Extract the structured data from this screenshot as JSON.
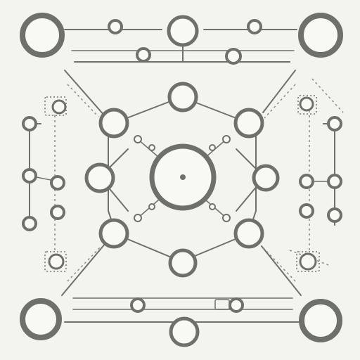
{
  "diagram": {
    "nodes": [
      {
        "id": "corner-top-left",
        "size": "large"
      },
      {
        "id": "corner-top-right",
        "size": "large"
      },
      {
        "id": "corner-bottom-left",
        "size": "large"
      },
      {
        "id": "corner-bottom-right",
        "size": "large"
      },
      {
        "id": "hub-center",
        "size": "hub"
      },
      {
        "id": "ring-top",
        "size": "medium"
      },
      {
        "id": "ring-bottom",
        "size": "medium"
      },
      {
        "id": "ring-left",
        "size": "medium"
      },
      {
        "id": "ring-right",
        "size": "medium"
      },
      {
        "id": "ring-top-left",
        "size": "medium"
      },
      {
        "id": "ring-top-right",
        "size": "medium"
      },
      {
        "id": "ring-bottom-left",
        "size": "medium"
      },
      {
        "id": "ring-bottom-right",
        "size": "medium"
      },
      {
        "id": "top-center",
        "size": "medium"
      },
      {
        "id": "bottom-center",
        "size": "medium"
      }
    ],
    "colors": {
      "background": "#f4f4ef",
      "stroke": "#6e706b",
      "stroke_light": "#8a8c87",
      "fill": "#f8f8f4"
    }
  }
}
